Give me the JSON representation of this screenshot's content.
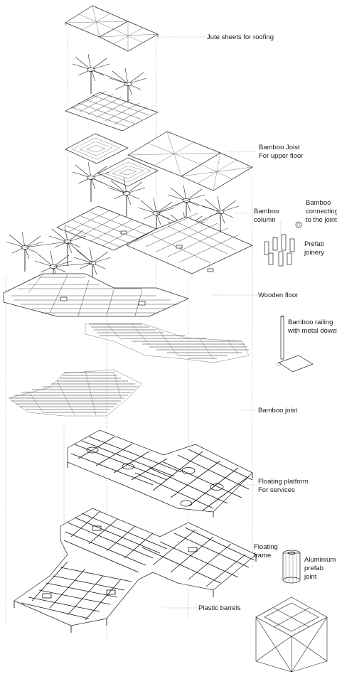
{
  "labels": {
    "jute_roofing": "Jute sheets for roofing",
    "bamboo_joist_upper_1": "Bamboo Joist",
    "bamboo_joist_upper_2": "For upper floor",
    "bamboo_column_1": "Bamboo",
    "bamboo_column_2": "column",
    "bamboo_connecting_1": "Bamboo",
    "bamboo_connecting_2": "connecting",
    "bamboo_connecting_3": "to the joint",
    "prefab_joinery_1": "Prefab",
    "prefab_joinery_2": "joinery",
    "wooden_floor": "Wooden floor",
    "bamboo_railing_1": "Bamboo railing",
    "bamboo_railing_2": "with metal dowel",
    "bamboo_joist": "Bamboo joist",
    "floating_platform_1": "Floating platform",
    "floating_platform_2": "For services",
    "floating_frame_1": "Floating",
    "floating_frame_2": "frame",
    "aluminium_joint_1": "Aluminium",
    "aluminium_joint_2": "prefab",
    "aluminium_joint_3": "joint",
    "plastic_barrels": "Plastic barrels"
  }
}
